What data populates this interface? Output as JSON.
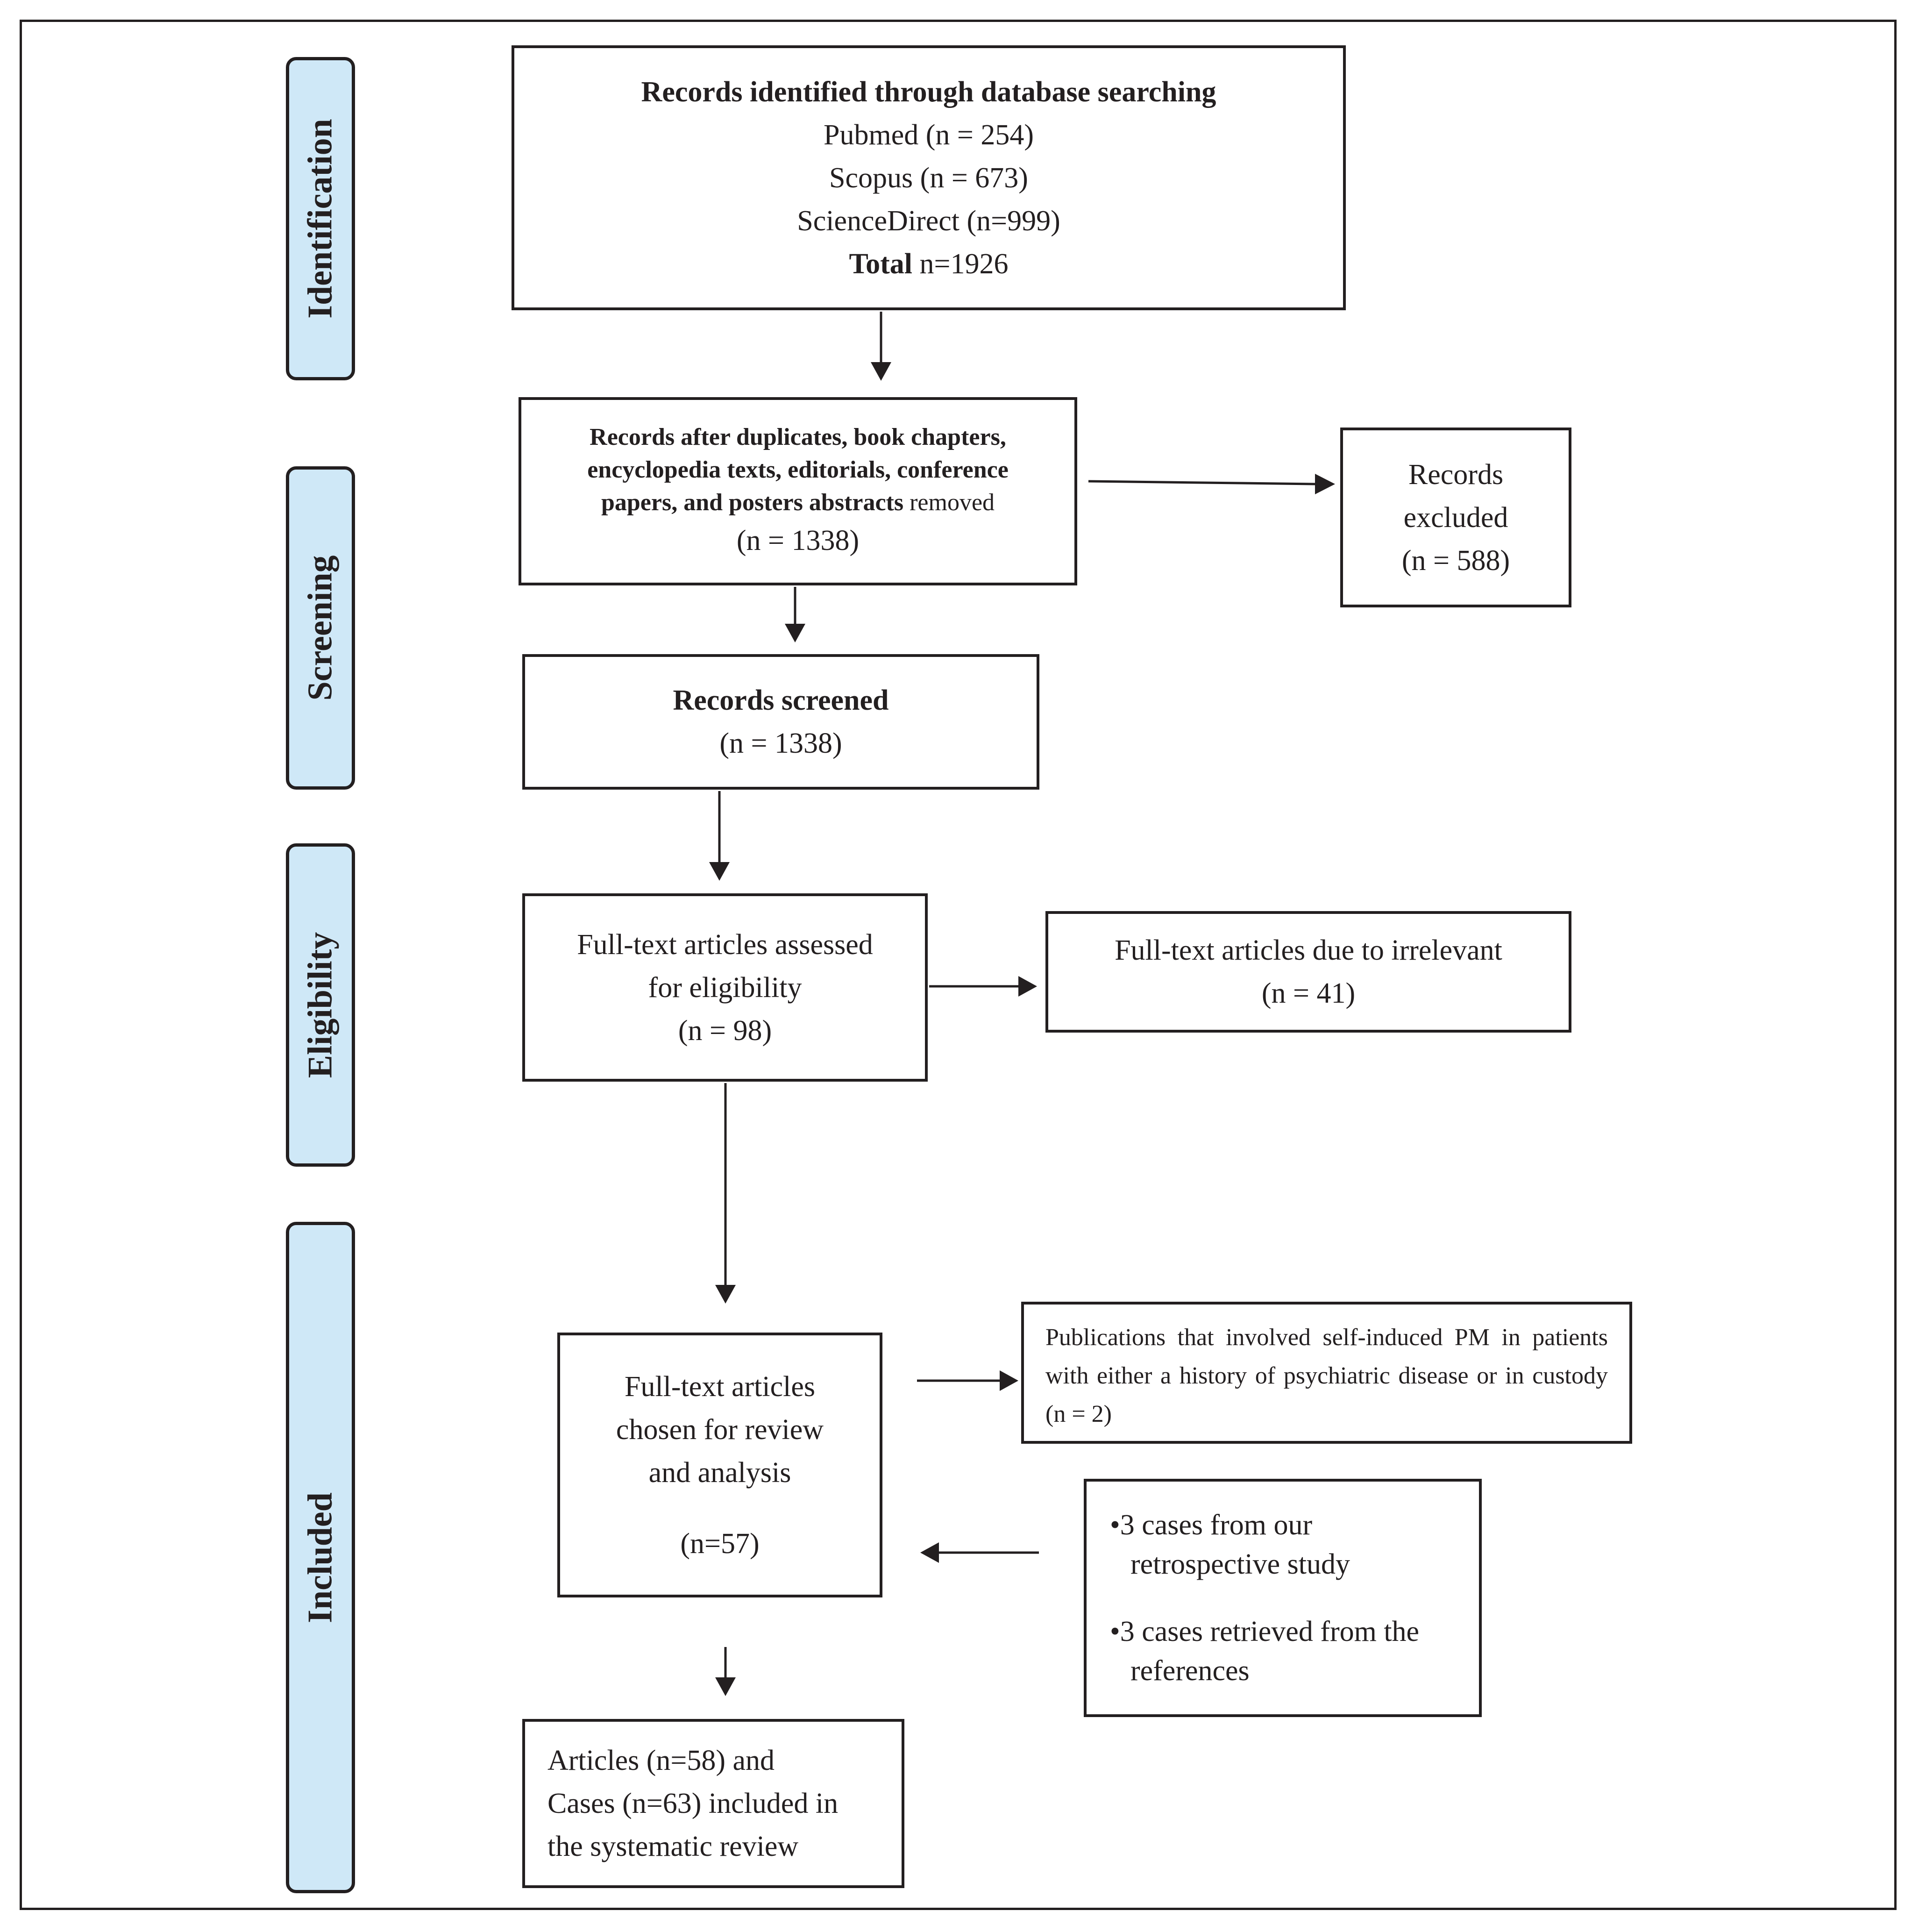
{
  "stages": {
    "identification": "Identification",
    "screening": "Screening",
    "eligibility": "Eligibility",
    "included": "Included"
  },
  "identified": {
    "title": "Records identified through database searching",
    "pubmed": "Pubmed (n = 254)",
    "scopus": "Scopus (n = 673)",
    "sciencedirect": "ScienceDirect (n=999)",
    "total_label": "Total",
    "total_value": " n=1926"
  },
  "after_duplicates": {
    "line1": "Records after duplicates, book chapters,",
    "line2": "encyclopedia texts, editorials, conference",
    "line3_bold": "papers, and posters abstracts",
    "line3_rest": " removed",
    "count": "(n = 1338)"
  },
  "records_excluded": {
    "line1": "Records",
    "line2": "excluded",
    "count": "(n = 588)"
  },
  "records_screened": {
    "title": "Records screened",
    "count": "(n = 1338)"
  },
  "full_text_assessed": {
    "line1": "Full-text articles assessed",
    "line2": "for eligibility",
    "count": "(n = 98)"
  },
  "full_text_irrelevant": {
    "line1": "Full-text articles due to irrelevant",
    "count": "(n = 41)"
  },
  "chosen_for_review": {
    "line1": "Full-text articles",
    "line2": "chosen for review",
    "line3": "and analysis",
    "count": "(n=57)"
  },
  "publications_excluded": {
    "text": "Publications that involved self-induced PM in patients with either a history of psychiatric disease or in custody (n = 2)"
  },
  "additional_cases": {
    "item1_line1": "•3 cases from our",
    "item1_line2": "retrospective study",
    "item2_line1": "•3 cases retrieved from the",
    "item2_line2": "references"
  },
  "final": {
    "line1": "Articles (n=58) and",
    "line2": "Cases (n=63) included in",
    "line3": "the systematic review"
  }
}
